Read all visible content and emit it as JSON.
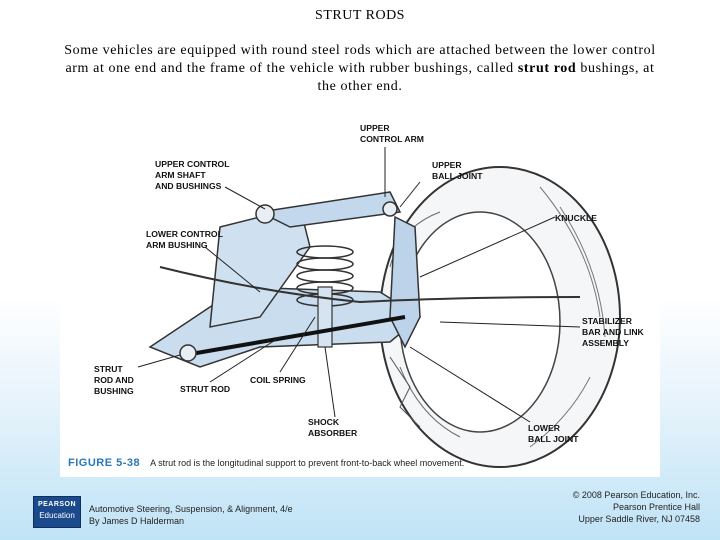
{
  "slide": {
    "title": "STRUT RODS",
    "text_before": "Some vehicles are equipped with round steel rods which are attached between the lower control arm at one end and the frame of the vehicle with rubber bushings, called ",
    "text_bold": "strut rod",
    "text_after": " bushings, at the other end."
  },
  "figure": {
    "number": "FIGURE 5-38",
    "caption": "A strut rod is the longitudinal support to prevent front-to-back wheel movement.",
    "labels": {
      "upper_control_arm": "UPPER\nCONTROL ARM",
      "upper_control_arm_shaft": "UPPER CONTROL\nARM SHAFT\nAND BUSHINGS",
      "upper_ball_joint": "UPPER\nBALL JOINT",
      "knuckle": "KNUCKLE",
      "lower_control_arm_bushing": "LOWER CONTROL\nARM BUSHING",
      "stabilizer": "STABILIZER\nBAR AND LINK\nASSEMBLY",
      "strut_rod_bushing": "STRUT\nROD AND\nBUSHING",
      "strut_rod": "STRUT ROD",
      "coil_spring": "COIL SPRING",
      "shock_absorber": "SHOCK\nABSORBER",
      "lower_ball_joint": "LOWER\nBALL JOINT"
    }
  },
  "footer": {
    "logo_top": "PEARSON",
    "logo_bottom": "Education",
    "book_title": "Automotive Steering, Suspension, & Alignment, 4/e",
    "author": "By James D Halderman",
    "copyright": "© 2008 Pearson Education, Inc.",
    "publisher": "Pearson Prentice Hall",
    "location": "Upper Saddle River, NJ 07458"
  }
}
